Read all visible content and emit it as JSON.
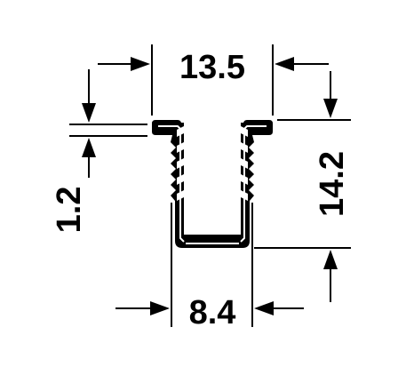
{
  "drawing": {
    "subject": "u-channel-profile-cross-section",
    "dimensions": {
      "overall_width": "13.5",
      "overall_height": "14.2",
      "flange_thickness": "1.2",
      "inner_width": "8.4"
    },
    "colors": {
      "profile": "#000000",
      "highlight": "#ffffff",
      "lines": "#000000",
      "background": "#ffffff"
    }
  }
}
